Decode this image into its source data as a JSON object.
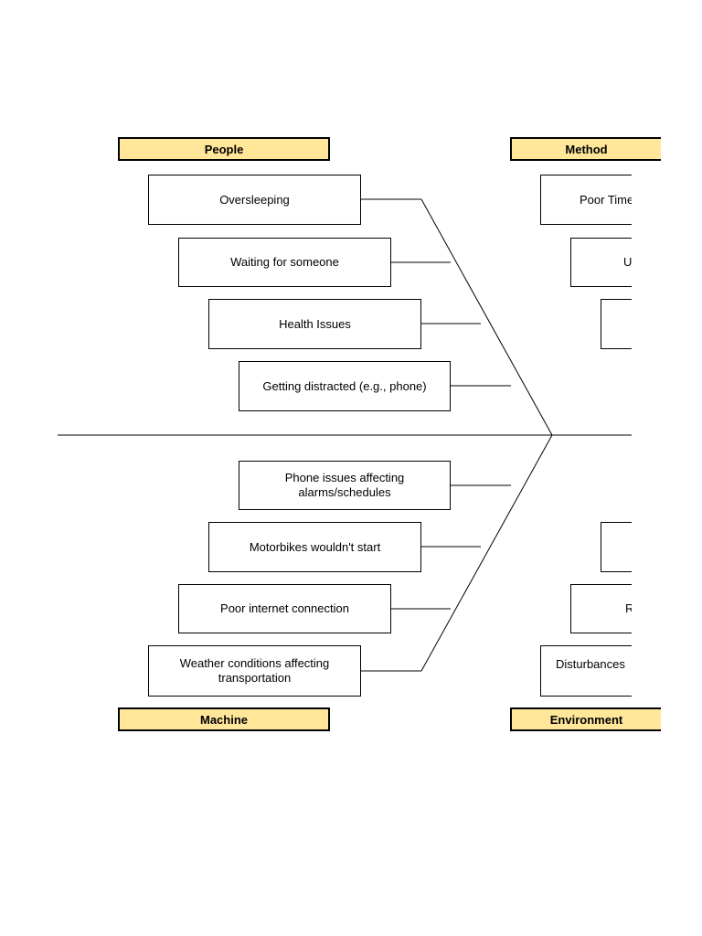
{
  "categories": {
    "people": "People",
    "method": "Method",
    "machine": "Machine",
    "environment": "Environment"
  },
  "people_causes": [
    "Oversleeping",
    "Waiting for someone",
    "Health Issues",
    "Getting distracted (e.g., phone)"
  ],
  "machine_causes": [
    "Phone issues affecting alarms/schedules",
    "Motorbikes wouldn't start",
    "Poor internet connection",
    "Weather conditions affecting transportation"
  ],
  "method_causes_visible": [
    "Poor Time",
    "U",
    ""
  ],
  "environment_causes_visible": [
    "",
    "R",
    "Disturbances"
  ]
}
